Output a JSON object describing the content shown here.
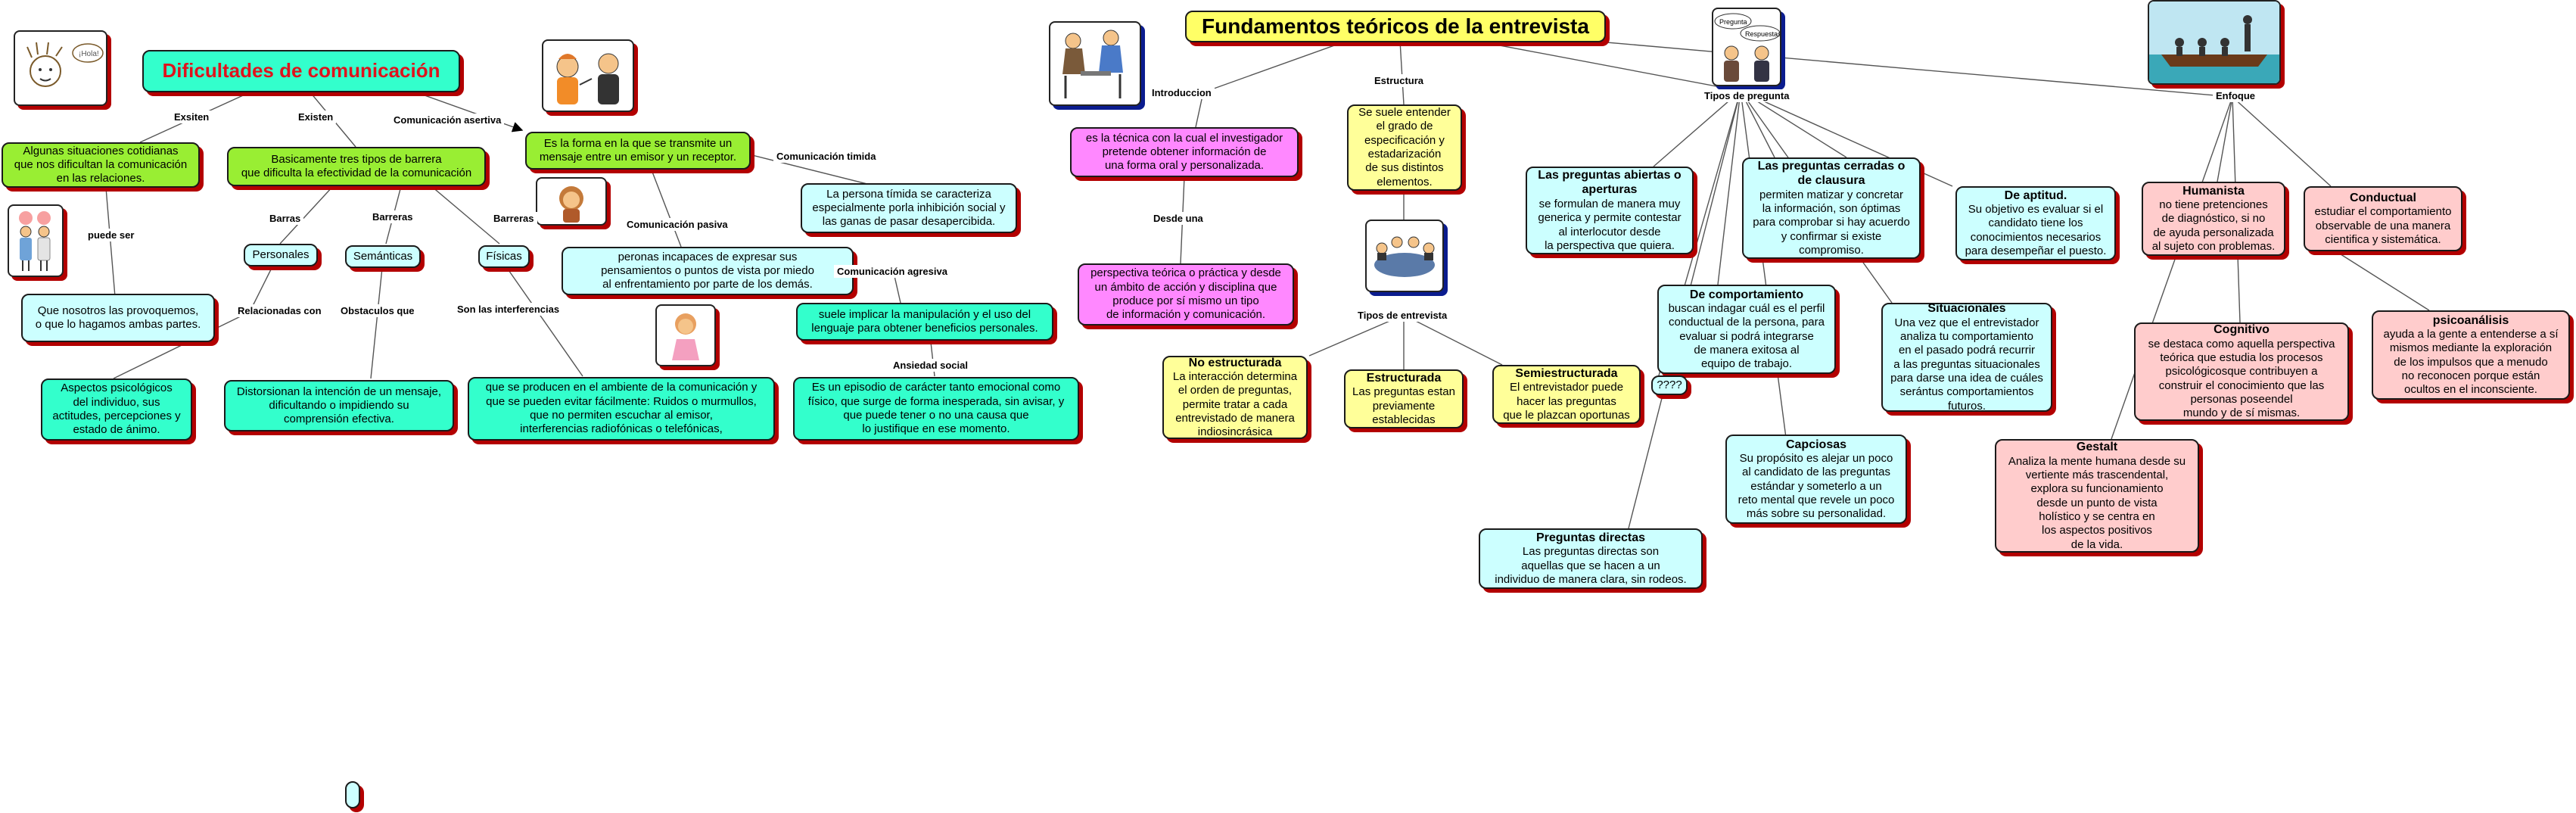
{
  "left_map": {
    "title": "Dificultades de comunicación",
    "nodes": {
      "situaciones": "Algunas situaciones cotidianas\nque nos dificultan la comunicación\nen las relaciones.",
      "barreras": "Basicamente tres tipos de barrera\nque dificulta la efectividad de la comunicación",
      "comunicacion_asertiva": "Es la forma en la que se transmite un\nmensaje entre un emisor y un receptor.",
      "personales": "Personales",
      "semanticas": "Semánticas",
      "fisicas": "Físicas",
      "provocamos": "Que nosotros las provoquemos,\no que lo hagamos ambas partes.",
      "aspectos": "Aspectos psicológicos\ndel individuo, sus\nactitudes, percepciones y\nestado de ánimo.",
      "distorsionan": "Distorsionan la intención de un mensaje,\ndificultando o impidiendo su\ncomprensión efectiva.",
      "interferencias": "que se producen en el ambiente de la comunicación y\nque se pueden evitar fácilmente: Ruidos o murmullos,\nque no permiten escuchar al emisor,\ninterferencias radiofónicas o telefónicas,",
      "pasiva": "peronas incapaces de expresar sus\npensamientos o puntos de vista por miedo\nal enfrentamiento por parte de los demás.",
      "timida": "La persona tímida se caracteriza\nespecialmente porla inhibición social y\nlas ganas de pasar desapercibida.",
      "agresiva": "suele implicar la manipulación y el uso del\nlenguaje para obtener beneficios personales.",
      "ansiedad": "Es un episodio de carácter tanto emocional como\nfísico, que surge de forma inesperada, sin avisar, y\nque puede tener o no una causa que\nlo justifique en ese momento.",
      "empty": ""
    },
    "labels": {
      "existen1": "Exsiten",
      "existen2": "Existen",
      "com_asertiva": "Comunicación asertiva",
      "puede_ser": "puede ser",
      "barras1": "Barras",
      "barras2": "Barreras",
      "barras3": "Barreras",
      "relacionadas": "Relacionadas con",
      "obstaculos": "Obstaculos que",
      "son_interferencias": "Son las interferencias",
      "com_pasiva": "Comunicación pasiva",
      "com_timida": "Comunicación timida",
      "com_agresiva": "Comunicación agresiva",
      "ansiedad_social": "Ansiedad social"
    }
  },
  "right_map": {
    "title": "Fundamentos teóricos de la entrevista",
    "labels": {
      "introduccion": "Introduccion",
      "estructura": "Estructura",
      "tipos_pregunta": "Tipos de pregunta",
      "enfoque": "Enfoque",
      "desde_una": "Desde una",
      "tipos_entrevista": "Tipos de entrevista",
      "preguntas_bubble": "Pregunta",
      "respuestas_bubble": "Respuestas",
      "hola_bubble": "¡Hola!"
    },
    "nodes": {
      "intro": {
        "text": "es la técnica con la cual el investigador\npretende obtener información de\nuna forma oral y personalizada."
      },
      "perspectiva": {
        "text": "perspectiva teórica o práctica y desde\nun ámbito de acción y disciplina que\nproduce por sí mismo un tipo\nde información y comunicación."
      },
      "estructura": {
        "text": "Se suele entender\nel grado de\nespecificación y\nestadarización\nde sus distintos\nelementos."
      },
      "no_estructurada": {
        "title": "No estructurada",
        "text": "La interacción determina\nel orden de preguntas,\npermite tratar a cada\nentrevistado de manera\nindiosincrásica"
      },
      "estructurada": {
        "title": "Estructurada",
        "text": "Las preguntas estan\npreviamente\nestablecidas"
      },
      "semiestructurada": {
        "title": "Semiestructurada",
        "text": "El entrevistador puede\nhacer las preguntas\nque le plazcan oportunas"
      },
      "abiertas": {
        "title": "Las preguntas abiertas o\naperturas",
        "text": "se formulan de manera muy\ngenerica y permite contestar\nal interlocutor desde\nla perspectiva que quiera."
      },
      "cerradas": {
        "title": "Las preguntas cerradas o\nde clausura",
        "text": "permiten matizar y concretar\nla información, son óptimas\npara comprobar si hay acuerdo\ny confirmar si existe\ncompromiso."
      },
      "aptitud": {
        "title": "De aptitud.",
        "text": "Su objetivo es evaluar si el\ncandidato tiene los\nconocimientos necesarios\npara desempeñar el puesto."
      },
      "comportamiento": {
        "title": "De comportamiento",
        "text": "buscan indagar cuál es el perfil\nconductual de la persona, para\nevaluar si podrá integrarse\nde manera exitosa al\nequipo de trabajo."
      },
      "interrogantes": {
        "text": "????"
      },
      "situacionales": {
        "title": "Situacionales",
        "text": "Una vez que el entrevistador\nanaliza tu comportamiento\nen el pasado podrá recurrir\na las preguntas situacionales\npara darse una idea de cuáles\nserántus comportamientos\nfuturos."
      },
      "capciosas": {
        "title": "Capciosas",
        "text": "Su propósito es alejar un poco\nal candidato de las preguntas\nestándar y someterlo a un\nreto mental que revele un poco\nmás sobre su personalidad."
      },
      "directas": {
        "title": "Preguntas directas",
        "text": "Las preguntas directas son\naquellas que se hacen a un\nindividuo de manera clara, sin rodeos."
      },
      "humanista": {
        "title": "Humanista",
        "text": "no tiene pretenciones\nde diagnóstico, si no\nde ayuda personalizada\nal sujeto con problemas."
      },
      "conductual": {
        "title": "Conductual",
        "text": "estudiar el comportamiento\nobservable de una manera\ncientifica y sistemática."
      },
      "cognitivo": {
        "title": "Cognitivo",
        "text": "se destaca como aquella perspectiva\nteórica que estudia los procesos\npsicológicosque contribuyen a\nconstruir el conocimiento que las\npersonas poseendel\nmundo y de sí mismas."
      },
      "psicoanalisis": {
        "title": "psicoanálisis",
        "text": "ayuda a la gente a entenderse a sí\nmismos mediante la exploración\nde los impulsos que a menudo\nno reconocen porque están\nocultos en el inconsciente."
      },
      "gestalt": {
        "title": "Gestalt",
        "text": "Analiza la mente humana desde su\nvertiente más trascendental,\nexplora su funcionamiento\ndesde un punto de vista\nholístico y se centra en\nlos aspectos positivos\nde la vida."
      }
    }
  },
  "colors": {
    "lime": "#99ee33",
    "teal": "#33ffcc",
    "cyan": "#ccffff",
    "magenta": "#ff88ff",
    "yellow": "#ffff99",
    "pink": "#ffcccc",
    "shadow": "#b30000",
    "title_red": "#e0121c"
  }
}
